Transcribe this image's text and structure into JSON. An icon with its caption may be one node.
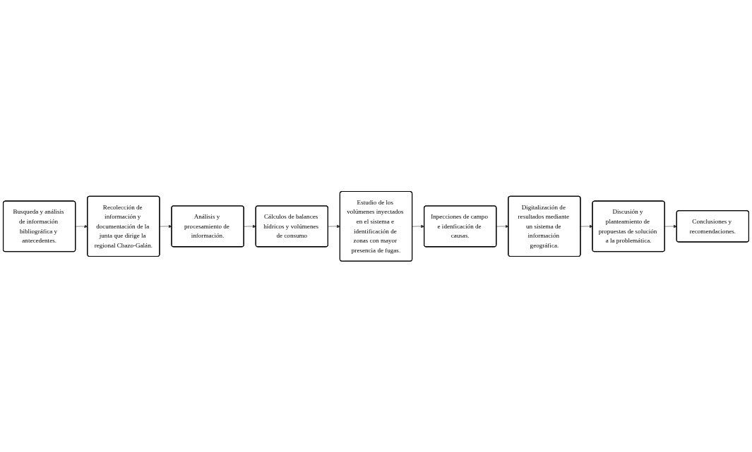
{
  "diagram": {
    "nodes": [
      {
        "text": [
          "Busqueda y análisis de información bibliográfica y antecedentes."
        ]
      },
      {
        "text": [
          "Recolección de información y documentación de la junta que dirige la regional Chazo-Galán."
        ]
      },
      {
        "text": [
          "Análisis y procesamiento de información."
        ]
      },
      {
        "text": [
          "Cálculos de balances hídricos y volúmenes de consumo"
        ]
      },
      {
        "text": [
          "Estudio de los volúmenes inyectados en el sistema e identificación de zonas con mayor presencia de fugas."
        ]
      },
      {
        "text": [
          "Inpecciones de campo e idenficación de causas."
        ]
      },
      {
        "text": [
          "Digitalización de resultados mediante un sistema de información geográfica."
        ]
      },
      {
        "text": [
          "Discusión y planteamiento de propuestas de solución a la problemática."
        ]
      },
      {
        "text": [
          "Conclusiones y recomendaciones."
        ]
      }
    ],
    "edges": [
      {
        "from": 0,
        "to": 1,
        "arrow": "to"
      },
      {
        "from": 1,
        "to": 2,
        "arrow": "to"
      },
      {
        "from": 2,
        "to": 3,
        "arrow": "to"
      },
      {
        "from": 3,
        "to": 4,
        "arrow": "to"
      },
      {
        "from": 4,
        "to": 5,
        "arrow": "to"
      },
      {
        "from": 5,
        "to": 6,
        "arrow": "to"
      },
      {
        "from": 6,
        "to": 7,
        "arrow": "to"
      },
      {
        "from": 7,
        "to": 8,
        "arrow": "to"
      }
    ]
  }
}
